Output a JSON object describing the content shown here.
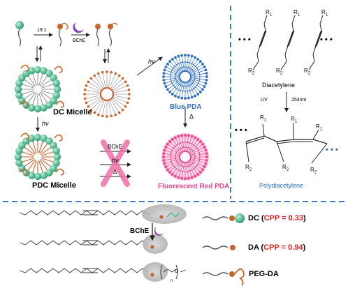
{
  "labels": {
    "ratio": "19:1",
    "bche_top": "BChE",
    "dc_micelle": "DC Micelle",
    "pdc_micelle": "PDC Micelle",
    "hv_down": "hν",
    "hv_mid": "hν",
    "blue_pda": "Blue PDA",
    "delta": "Δ",
    "fluorescent_red": "Fluorescent Red PDA",
    "crossed_bche": "BChE",
    "crossed_hv": "hν",
    "crossed_delta": "Δ",
    "dots": "• • •",
    "r1": "R",
    "r1_sub": "1",
    "r2": "R",
    "r2_sub": "2",
    "diacetylene": "Diacetylene",
    "uv": "UV",
    "nm": "254nm",
    "polydiacetylene": "Polydiacetylene",
    "bche_bottom": "BChE",
    "n_sub": "n",
    "o_atom": "O",
    "legend_dc": "DC (",
    "legend_dc_cpp": "CPP = 0.33",
    "legend_da": "DA (",
    "legend_da_cpp": "CPP = 0.94",
    "legend_close": ")",
    "legend_peg": "PEG-DA"
  },
  "colors": {
    "green_head": "#3fbf8f",
    "orange_tail": "#c8632a",
    "blue_pda": "#2f6fc0",
    "pink_pda": "#e8458e",
    "red_cpp": "#e02020",
    "divider": "#3a7fd5",
    "purple_enzyme": "#8a3fb3",
    "cross_pink": "#ee6fa8"
  }
}
